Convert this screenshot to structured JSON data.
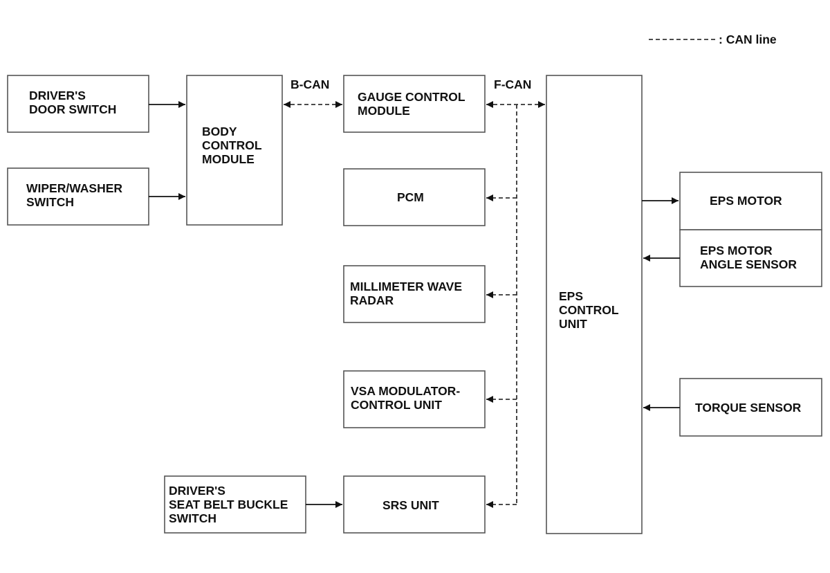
{
  "legend": {
    "can_line": ": CAN line"
  },
  "buses": {
    "b_can": "B-CAN",
    "f_can": "F-CAN"
  },
  "blocks": {
    "drivers_door_switch": [
      "DRIVER'S",
      "DOOR SWITCH"
    ],
    "wiper_washer_switch": [
      "WIPER/WASHER",
      "SWITCH"
    ],
    "body_control_module": [
      "BODY",
      "CONTROL",
      "MODULE"
    ],
    "gauge_control_module": [
      "GAUGE CONTROL",
      "MODULE"
    ],
    "pcm": [
      "PCM"
    ],
    "millimeter_wave_radar": [
      "MILLIMETER WAVE",
      "RADAR"
    ],
    "vsa_modulator_control_unit": [
      "VSA MODULATOR-",
      "CONTROL UNIT"
    ],
    "drivers_seat_belt_buckle_switch": [
      "DRIVER'S",
      "SEAT BELT BUCKLE",
      "SWITCH"
    ],
    "srs_unit": [
      "SRS UNIT"
    ],
    "eps_control_unit": [
      "EPS",
      "CONTROL",
      "UNIT"
    ],
    "eps_motor": [
      "EPS MOTOR"
    ],
    "eps_motor_angle_sensor": [
      "EPS MOTOR",
      "ANGLE SENSOR"
    ],
    "torque_sensor": [
      "TORQUE SENSOR"
    ]
  }
}
